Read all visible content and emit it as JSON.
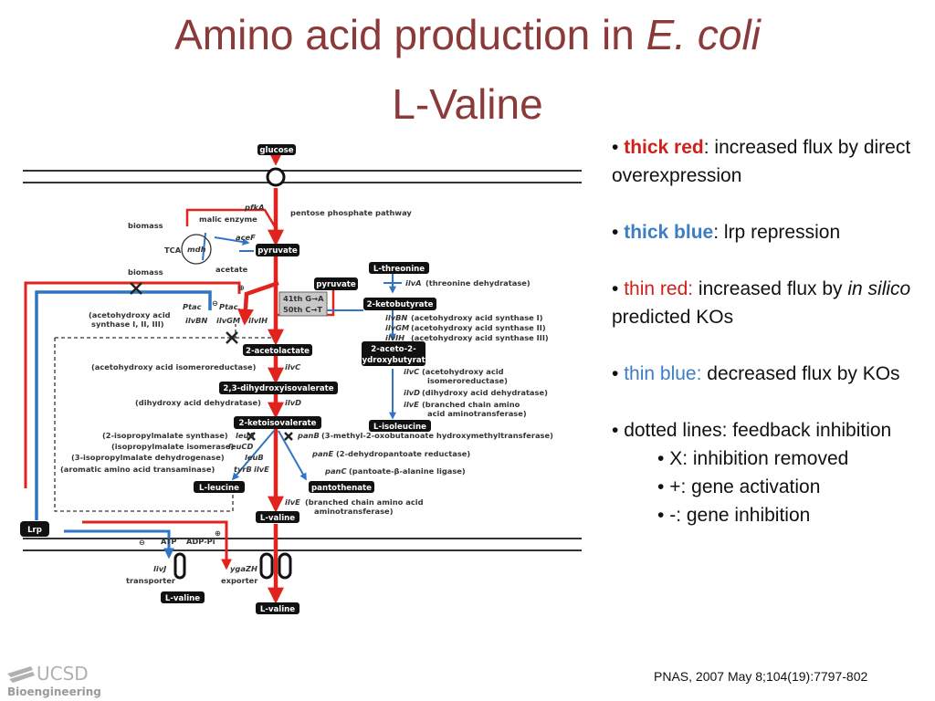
{
  "title": {
    "line1_prefix": "Amino acid production in ",
    "line1_italic": "E. coli",
    "line2": "L-Valine"
  },
  "legend": {
    "thick_red_term": "thick red",
    "thick_red_desc": ": increased flux by direct overexpression",
    "thick_blue_term": "thick blue",
    "thick_blue_desc": ": lrp repression",
    "thin_red_term": "thin red:",
    "thin_red_desc_a": " increased flux by ",
    "thin_red_desc_italic": "in silico",
    "thin_red_desc_b": " predicted KOs",
    "thin_blue_term": "thin blue:",
    "thin_blue_desc": " decreased flux by KOs",
    "dotted": "dotted lines: feedback inhibition",
    "sub1": "X: inhibition removed",
    "sub2": "+: gene activation",
    "sub3": "-: gene inhibition",
    "bullet": "•"
  },
  "citation": "PNAS, 2007 May 8;104(19):7797-802",
  "logo": {
    "line1": "UCSD",
    "line2": "Bioengineering"
  },
  "diagram": {
    "glucose": "glucose",
    "pfkA": "pfkA",
    "ppp": "pentose phosphate pathway",
    "malic": "malic enzyme",
    "biomass1": "biomass",
    "biomass2": "biomass",
    "tca": "TCA",
    "mdh": "mdh",
    "aceF": "aceF",
    "pyruvate": "pyruvate",
    "acetate": "acetate",
    "pyruvate2": "pyruvate",
    "lthreonine": "L-threonine",
    "ilvA": "ilvA",
    "ilvA_desc": "(threonine dehydratase)",
    "mut1": "41th G→A",
    "mut2": "50th C→T",
    "ketobutyrate": "2-ketobutyrate",
    "ptac1": "Ptac",
    "ptac2": "Ptac",
    "ahas_a": "(acetohydroxy acid",
    "ahas_b": "synthase I, II, III)",
    "ilvBN": "ilvBN",
    "ilvGM": "ilvGM",
    "ilvIH": "ilvIH",
    "ilvBN2": "ilvBN",
    "ilvBN2_desc": "(acetohydroxy acid synthase I)",
    "ilvGM2": "ilvGM",
    "ilvGM2_desc": "(acetohydroxy acid synthase II)",
    "ilvIH2": "ilvIH",
    "ilvIH2_desc": "(acetohydroxy acid synthase III)",
    "acetolactate": "2-acetolactate",
    "aceto_hb_a": "2-aceto-2-",
    "aceto_hb_b": "hydroxybutyrate",
    "ahair": "(acetohydroxy acid isomeroreductase)",
    "ilvC": "ilvC",
    "ilvC2": "ilvC",
    "ilvC2_a": "(acetohydroxy acid",
    "ilvC2_b": "isomeroreductase)",
    "dhiv": "2,3-dihydroxyisovalerate",
    "dhad": "(dihydroxy acid dehydratase)",
    "ilvD": "ilvD",
    "ilvD2": "ilvD",
    "ilvD2_desc": "(dihydroxy acid dehydratase)",
    "ilvE2": "ilvE",
    "ilvE2_a": "(branched chain amino",
    "ilvE2_b": "acid aminotransferase)",
    "kiv": "2-ketoisovalerate",
    "lisoleucine": "L-isoleucine",
    "ipms": "(2-isopropylmalate synthase)",
    "leuA": "leuA",
    "ipmi": "(isopropylmalate isomerase)",
    "leuCD": "leuCD",
    "ipmd": "(3-isopropylmalate dehydrogenase)",
    "leuB": "leuB",
    "aat": "(aromatic amino acid transaminase)",
    "tyrB": "tyrB",
    "ilvE": "ilvE",
    "panB": "panB",
    "panB_desc": "(3-methyl-2-oxobutanoate hydroxymethyltransferase)",
    "panE": "panE",
    "panE_desc": "(2-dehydropantoate reductase)",
    "panC": "panC",
    "panC_desc": "(pantoate-β-alanine ligase)",
    "lleucine": "L-leucine",
    "pantothenate": "pantothenate",
    "ilvE3": "ilvE",
    "ilvE3_a": "(branched chain amino acid",
    "ilvE3_b": "aminotransferase)",
    "lvaline1": "L-valine",
    "lrp": "Lrp",
    "atp": "ATP",
    "adppi": "ADP-Pi",
    "ilvJ": "livJ",
    "ygaZH": "ygaZH",
    "transporter": "transporter",
    "exporter": "exporter",
    "lvaline2": "L-valine",
    "lvaline3": "L-valine",
    "plus": "⊕",
    "minus": "⊖"
  }
}
